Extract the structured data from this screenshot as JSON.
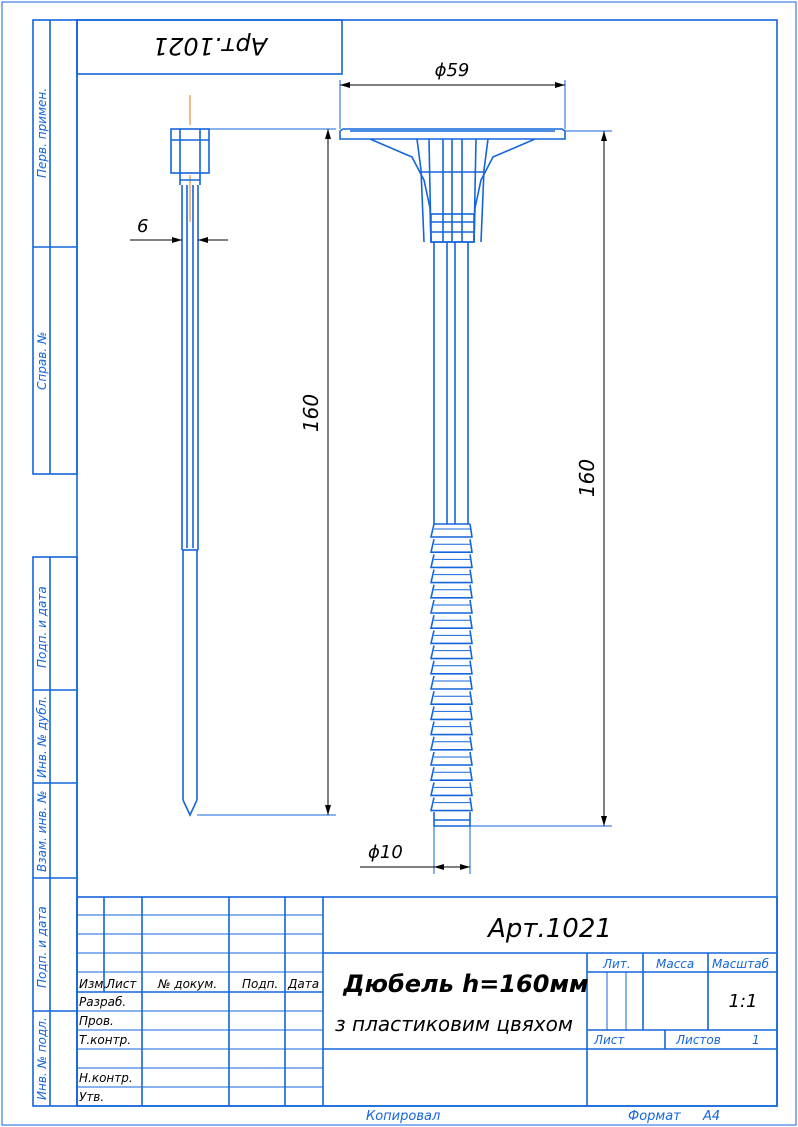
{
  "stamp_top": "Арт.1021",
  "dimensions": {
    "head_diameter": "ϕ59",
    "length_side": "160",
    "length_front": "160",
    "shaft_width": "6",
    "shaft_diameter": "ϕ10"
  },
  "margin_labels": {
    "perv_primen": "Перв. примен.",
    "sprav_no": "Справ. №",
    "podp_data_1": "Подп. и дата",
    "inv_dubl": "Инв. № дубл.",
    "vzam_inv": "Взам. инв. №",
    "podp_data_2": "Подп. и дата",
    "inv_podl": "Инв. № подл."
  },
  "title_block": {
    "designation": "Арт.1021",
    "name_line1": "Дюбель h=160мм",
    "name_line2": "з пластиковим цвяхом",
    "lit": "Лит.",
    "massa": "Масса",
    "masshtab": "Масштаб",
    "scale": "1:1",
    "list": "Лист",
    "listov": "Листов",
    "listov_count": "1",
    "headers": [
      "Изм.",
      "Лист",
      "№ докум.",
      "Подп.",
      "Дата"
    ],
    "roles": [
      "Разраб.",
      "Пров.",
      "Т.контр.",
      "",
      "Н.контр.",
      "Утв."
    ]
  },
  "footer": {
    "kopiroval": "Копировал",
    "format_label": "Формат",
    "format_value": "А4"
  }
}
